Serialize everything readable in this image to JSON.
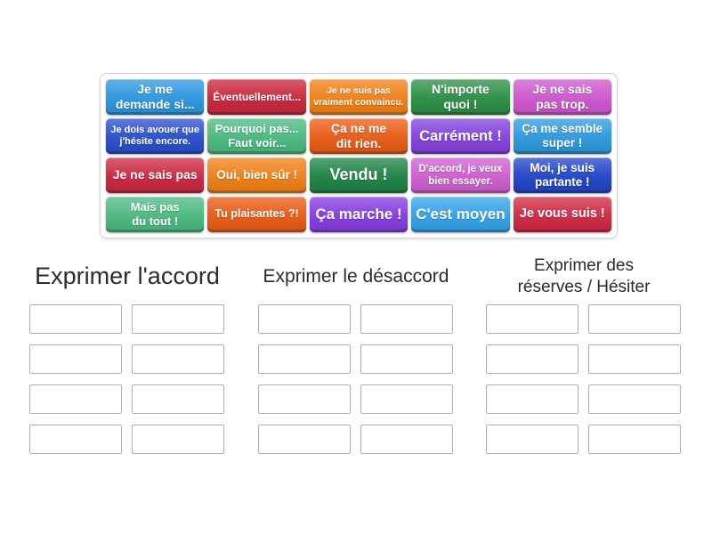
{
  "tray": {
    "tiles": [
      {
        "label": "Je me\ndemande si...",
        "color": "#2e97de"
      },
      {
        "label": "Éventuellement...",
        "color": "#c9293f"
      },
      {
        "label": "Je ne suis pas\nvraiment convaincu.",
        "color": "#f08119"
      },
      {
        "label": "N'importe\nquoi !",
        "color": "#2e8f47"
      },
      {
        "label": "Je ne sais\npas trop.",
        "color": "#cd58ce"
      },
      {
        "label": "Je dois avouer que\nj'hésite encore.",
        "color": "#2b50cf"
      },
      {
        "label": "Pourquoi pas...\nFaut voir...",
        "color": "#4cba80"
      },
      {
        "label": "Ça ne me\ndit rien.",
        "color": "#e95c17"
      },
      {
        "label": "Carrément !",
        "color": "#8442dd"
      },
      {
        "label": "Ça me semble\nsuper !",
        "color": "#2f9ade"
      },
      {
        "label": "Je ne sais pas",
        "color": "#cb2a43"
      },
      {
        "label": "Oui, bien sûr !",
        "color": "#f08119"
      },
      {
        "label": "Vendu !",
        "color": "#218447"
      },
      {
        "label": "D'accord, je veux\nbien essayer.",
        "color": "#cf5fd0"
      },
      {
        "label": "Moi, je suis\npartante !",
        "color": "#2446c8"
      },
      {
        "label": "Mais pas\ndu tout !",
        "color": "#4cba80"
      },
      {
        "label": "Tu plaisantes ?!",
        "color": "#e95c17"
      },
      {
        "label": "Ça marche !",
        "color": "#873ee0"
      },
      {
        "label": "C'est moyen",
        "color": "#35a3e8"
      },
      {
        "label": "Je vous suis !",
        "color": "#d02b45"
      }
    ]
  },
  "groups": [
    {
      "title": "Exprimer l'accord",
      "slot_count": 8
    },
    {
      "title": "Exprimer le désaccord",
      "slot_count": 8
    },
    {
      "title": "Exprimer des\nréserves / Hésiter",
      "slot_count": 8
    }
  ]
}
